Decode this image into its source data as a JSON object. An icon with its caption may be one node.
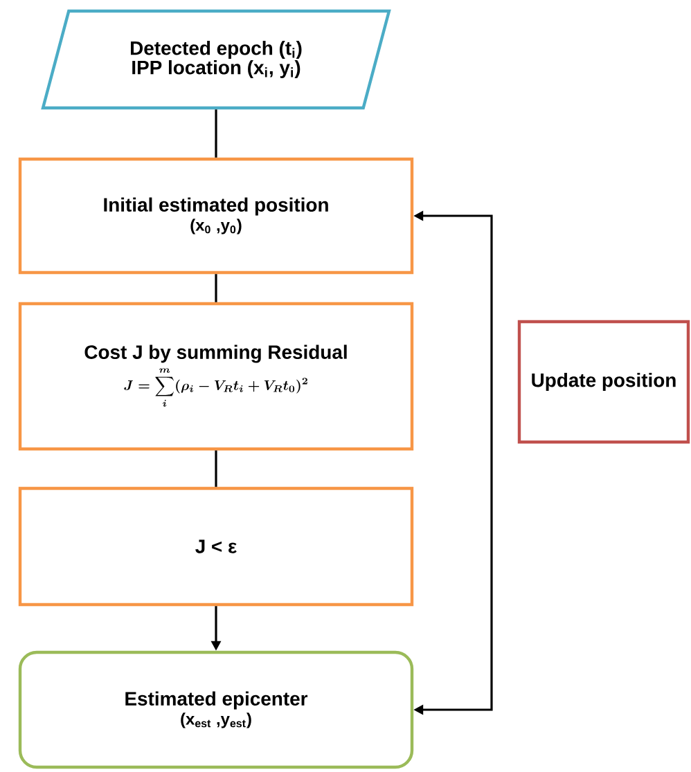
{
  "diagram": {
    "nodes": [
      {
        "text": [
          "Detected epoch (t$_{i}$)",
          "IPP location (x$_{i}$, y$_{i}$)"
        ]
      },
      {
        "text": [
          "Initial estimated position",
          "(x$_{0}$ ,y$_{0}$)"
        ]
      },
      {
        "text": [
          "Cost J by summing Residual",
          "J = \\sum_{i}^{m}(\\rho_{i} - V_{R}t_{i} + V_{R}t_{0})^{2}"
        ]
      },
      {
        "text": [
          "Update position"
        ]
      },
      {
        "text": [
          "J < ε"
        ]
      },
      {
        "text": [
          "Estimated epicenter",
          "(x$_{est}$ ,y$_{est}$)"
        ]
      }
    ],
    "edges": [
      {
        "from": 0,
        "to": 1,
        "arrow": "none"
      },
      {
        "from": 1,
        "to": 2,
        "arrow": "none"
      },
      {
        "from": 2,
        "to": 4,
        "arrow": "none"
      },
      {
        "from": 4,
        "to": 5,
        "arrow": "to"
      },
      {
        "from": 1,
        "to": 5,
        "arrow": "both"
      }
    ]
  }
}
